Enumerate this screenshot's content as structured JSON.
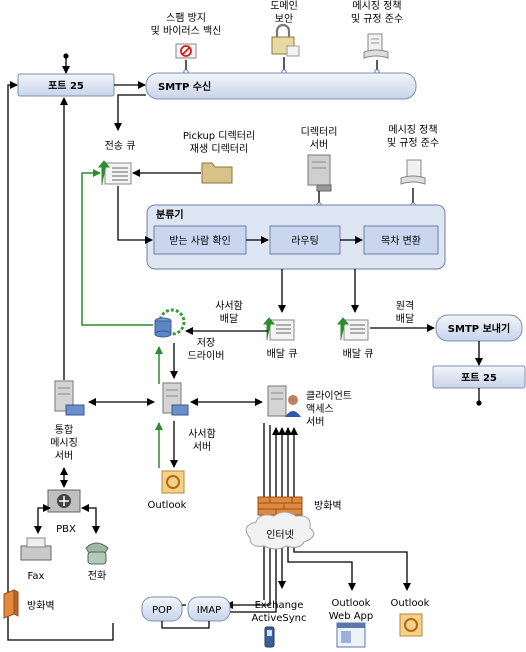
{
  "labels": {
    "antispam": [
      "스팸 방지",
      "및 바이러스 백신"
    ],
    "domain_security": [
      "도메인",
      "보안"
    ],
    "messaging_policy_top": [
      "메시징 정책",
      "및 규정 준수"
    ],
    "port25_in": "포트 25",
    "smtp_receive": "SMTP 수신",
    "submission_queue": "전송 큐",
    "pickup": [
      "Pickup 디렉터리",
      "재생 디렉터리"
    ],
    "directory_server": [
      "디렉터리",
      "서버"
    ],
    "messaging_policy_mid": [
      "메시징 정책",
      "및 규정 준수"
    ],
    "categorizer": "분류기",
    "recipient_resolution": "받는 사람 확인",
    "routing": "라우팅",
    "content_conversion": "목차 변환",
    "mailbox_delivery": [
      "사서함",
      "배달"
    ],
    "remote_delivery": [
      "원격",
      "배달"
    ],
    "delivery_queue_1": "배달 큐",
    "delivery_queue_2": "배달 큐",
    "smtp_send": "SMTP 보내기",
    "port25_out": "포트 25",
    "store_driver": [
      "저장",
      "드라이버"
    ],
    "unified_messaging": [
      "통합",
      "메시징",
      "서버"
    ],
    "mailbox_server": [
      "사서함",
      "서버"
    ],
    "client_access": [
      "클라이언트",
      "액세스",
      "서버"
    ],
    "outlook_left": "Outlook",
    "firewall_right": "방화벽",
    "internet": "인터넷",
    "pbx": "PBX",
    "fax": "Fax",
    "phone": "전화",
    "firewall_left": "방화벽",
    "pop": "POP",
    "imap": "IMAP",
    "exchange_activesync": [
      "Exchange",
      "ActiveSync"
    ],
    "outlook_web_app": [
      "Outlook",
      "Web App"
    ],
    "outlook_bottom": "Outlook"
  },
  "icons": [
    "antispam-icon",
    "padlock-certificate-icon",
    "policy-scroll-icon",
    "folder-icon",
    "server-icon",
    "queue-icon",
    "database-gear-icon",
    "user-server-icon",
    "firewall-icon",
    "cloud-icon",
    "pbx-switch-icon",
    "fax-icon",
    "telephone-icon",
    "mobile-phone-icon",
    "browser-window-icon",
    "outlook-icon"
  ],
  "colors": {
    "arrow": "#000000",
    "green_arrow": "#2e8b2e",
    "bar_fill": "#dde6f5",
    "box_fill": "#dfe6f3",
    "inner_fill": "#c9d6ee"
  }
}
